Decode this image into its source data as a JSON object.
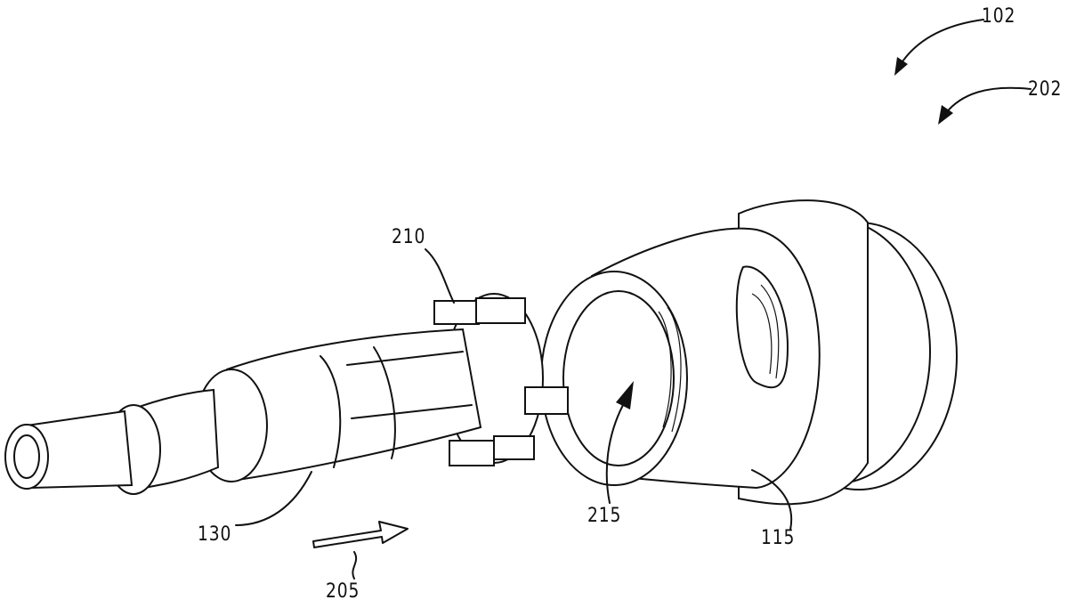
{
  "figure": {
    "labels": {
      "assembly": "102",
      "assembly_view": "202",
      "key_ring": "210",
      "plunger": "130",
      "insertion_direction": "205",
      "rotation": "215",
      "housing": "115"
    }
  }
}
